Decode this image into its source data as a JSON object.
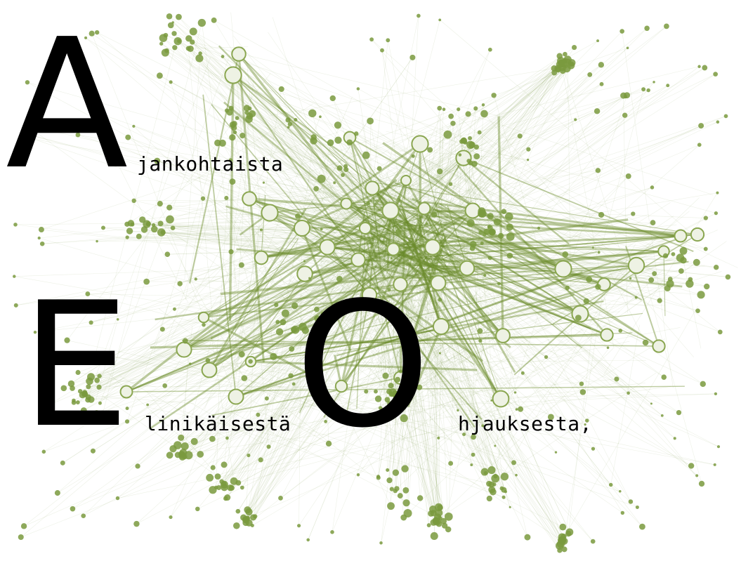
{
  "acronym": {
    "letter_a": "A",
    "word_a": "jankohtaista",
    "letter_e": "E",
    "word_e": "linikäisestä",
    "letter_o": "O",
    "word_o": "hjauksesta,"
  },
  "colors": {
    "background": "#ffffff",
    "node_fill": "#7a9a3e",
    "hub_fill": "#eef2e4",
    "hub_stroke": "#8aa650",
    "edge": "#6e8f2e",
    "text": "#000000"
  }
}
